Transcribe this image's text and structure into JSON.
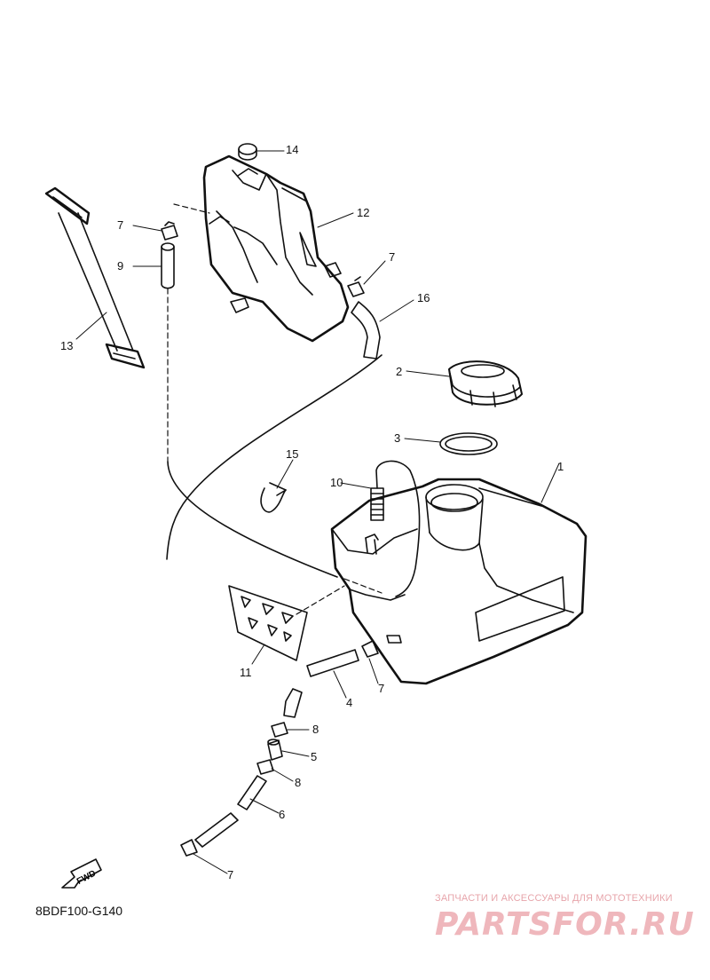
{
  "diagram": {
    "callouts": {
      "c1": "1",
      "c2": "2",
      "c3": "3",
      "c4": "4",
      "c5": "5",
      "c6": "6",
      "c7a": "7",
      "c7b": "7",
      "c7c": "7",
      "c7d": "7",
      "c8a": "8",
      "c8b": "8",
      "c9": "9",
      "c10": "10",
      "c11": "11",
      "c12": "12",
      "c13": "13",
      "c14": "14",
      "c15": "15",
      "c16": "16"
    },
    "fwd_label": "FWD",
    "drawing_code": "8BDF100-G140"
  },
  "watermark": {
    "tagline": "ЗАПЧАСТИ И АКСЕССУАРЫ ДЛЯ МОТОТЕХНИКИ",
    "brand": "PARTSFOR.RU",
    "color": "#efb7bc"
  }
}
